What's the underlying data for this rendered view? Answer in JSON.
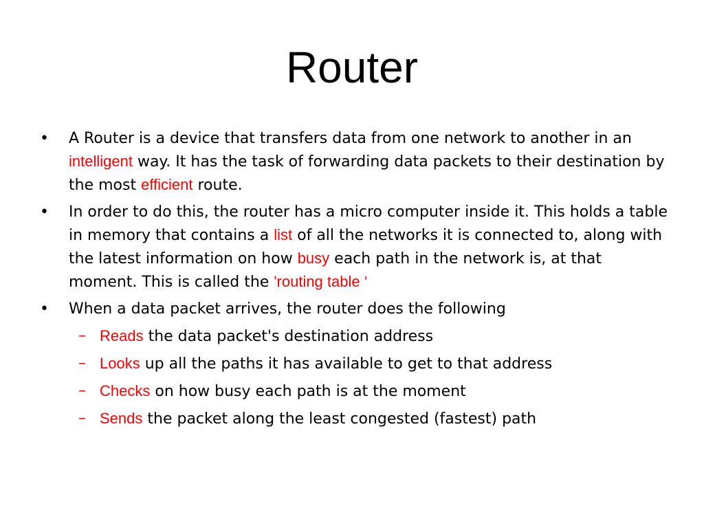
{
  "title": "Router",
  "colors": {
    "highlight": "#ff0000",
    "text": "#000000",
    "background": "#ffffff"
  },
  "bullets": [
    {
      "marker": "•",
      "t1": "A Router is a device that transfers data from one network to another in an ",
      "h1": "intelligent",
      "t2": " way. It has the task of forwarding data packets to their destination by the most ",
      "h2": "efficient",
      "t3": " route."
    },
    {
      "marker": "•",
      "t1": "In order to do this, the router has a micro computer inside it. This holds a table in memory that contains a ",
      "h1": "list",
      "t2": " of all the networks it is connected to, along with the latest information on how ",
      "h2": "busy",
      "t3": " each path in the network is, at that moment. This is called the ",
      "h3": "'routing table ‘"
    },
    {
      "marker": "•",
      "t1": "When a data packet arrives, the router does the following"
    }
  ],
  "steps": [
    {
      "dash": "–",
      "keyword": "Reads",
      "text": " the data packet's destination address"
    },
    {
      "dash": "–",
      "keyword": "Looks",
      "text": " up all the paths it has available to get to that address"
    },
    {
      "dash": "–",
      "keyword": "Checks",
      "text": " on how busy each path is at the moment"
    },
    {
      "dash": "–",
      "keyword": "Sends",
      "text": " the packet along the least congested (fastest) path"
    }
  ]
}
